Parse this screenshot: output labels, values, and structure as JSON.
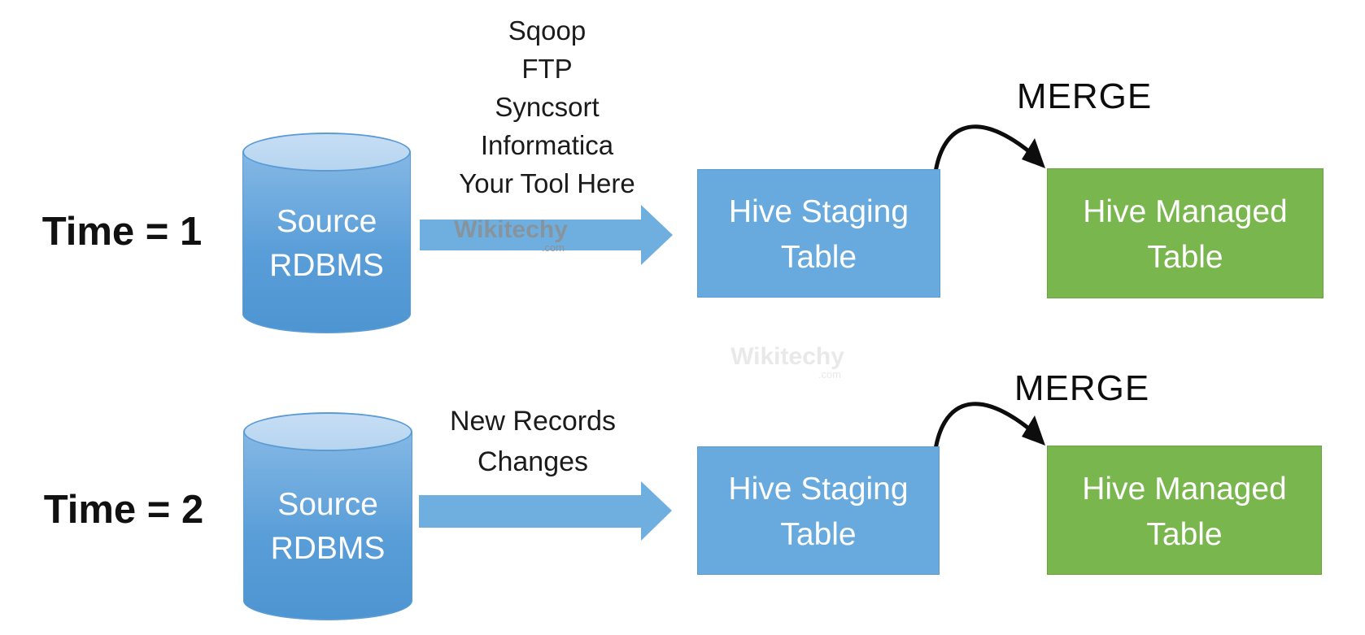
{
  "diagram": {
    "title_hint": "RDBMS to Hive incremental load diagram",
    "rows": [
      {
        "time_label": "Time = 1",
        "source": {
          "lines": [
            "Source",
            "RDBMS"
          ]
        },
        "arrow_labels": [
          "Sqoop",
          "FTP",
          "Syncsort",
          "Informatica",
          "Your Tool Here"
        ],
        "staging": {
          "lines": [
            "Hive Staging",
            "Table"
          ]
        },
        "merge_label": "MERGE",
        "managed": {
          "lines": [
            "Hive Managed",
            "Table"
          ]
        }
      },
      {
        "time_label": "Time = 2",
        "source": {
          "lines": [
            "Source",
            "RDBMS"
          ]
        },
        "arrow_labels": [
          "New Records",
          "Changes"
        ],
        "staging": {
          "lines": [
            "Hive Staging",
            "Table"
          ]
        },
        "merge_label": "MERGE",
        "managed": {
          "lines": [
            "Hive Managed",
            "Table"
          ]
        }
      }
    ],
    "watermark": {
      "brand": "Wikitechy",
      "suffix": ".com"
    },
    "colors": {
      "flow_blue": "#6fafe0",
      "box_blue": "#68aade",
      "box_green": "#7ab64e",
      "cylinder_top": "#b7d5f0",
      "cylinder_body_light": "#84b8e5",
      "cylinder_body_dark": "#4d95d2",
      "cylinder_outline": "#5b9bd5",
      "text_dark": "#1b1b1b",
      "merge_arrow_black": "#0d0d0d",
      "watermark_gray": "#8d8d8d",
      "watermark_light": "#e9e9e9"
    }
  }
}
